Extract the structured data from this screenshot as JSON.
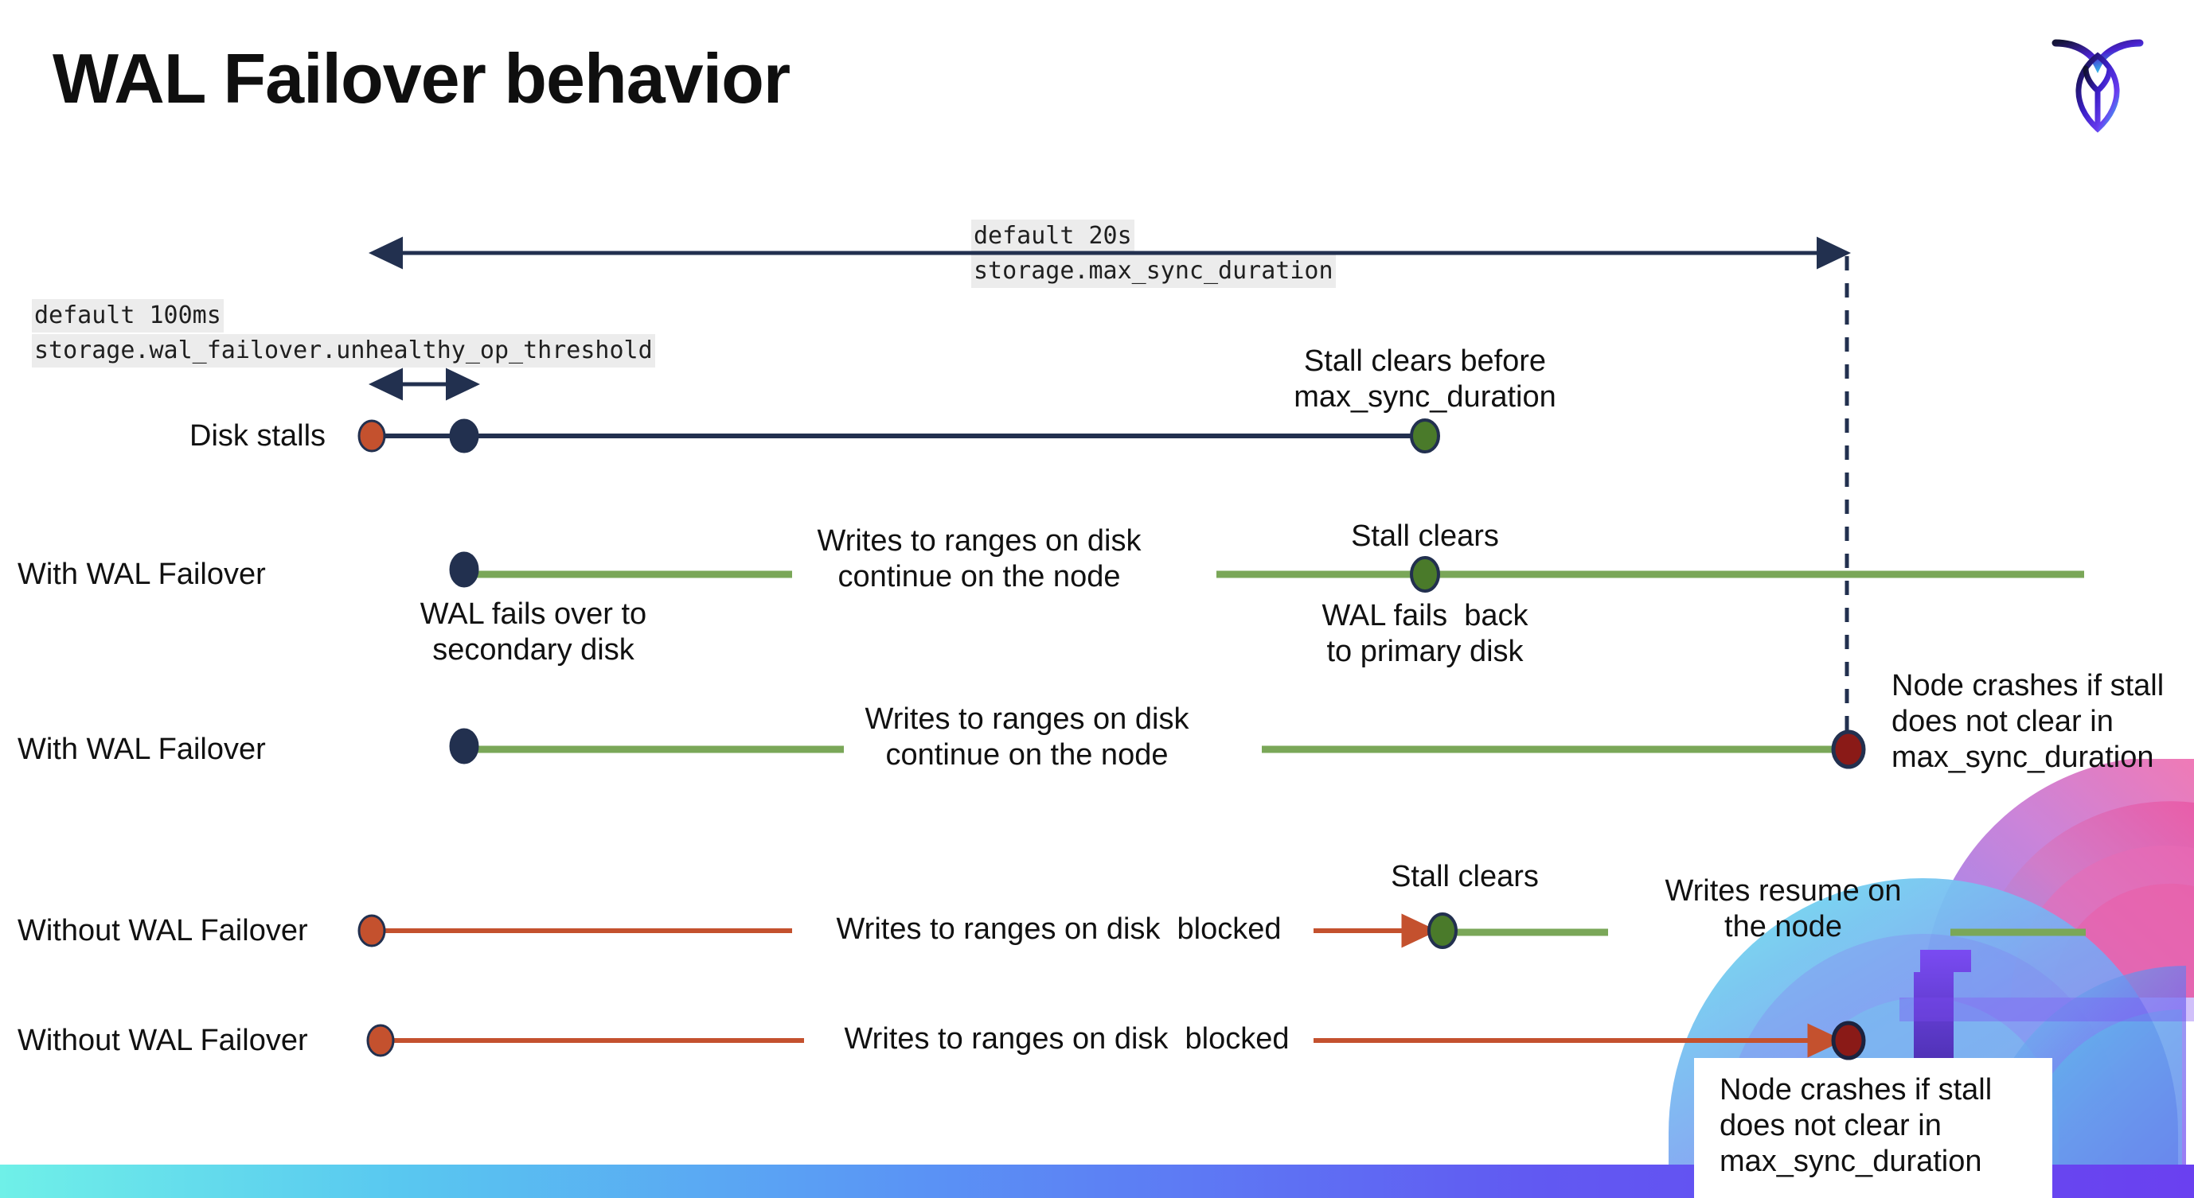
{
  "slide": {
    "title": "WAL Failover behavior",
    "logo_name": "cockroachdb-logo"
  },
  "colors": {
    "navy": "#22304f",
    "orange": "#c4512e",
    "green_line": "#7aa758",
    "green_dot": "#4a7a2a",
    "dark_red": "#8a1a17",
    "code_bg": "#ececec",
    "bar_start": "#6ff0e8",
    "bar_end": "#6a40f0"
  },
  "config_labels": {
    "max_sync": {
      "line1": "default 20s",
      "line2": "storage.max_sync_duration"
    },
    "unhealthy_op": {
      "line1": "default 100ms",
      "line2": "storage.wal_failover.unhealthy_op_threshold"
    }
  },
  "rows": [
    {
      "id": "disk-stalls",
      "label": "Disk stalls"
    },
    {
      "id": "with-wal-failover-1",
      "label": "With WAL Failover"
    },
    {
      "id": "with-wal-failover-2",
      "label": "With WAL Failover"
    },
    {
      "id": "without-wal-failover-1",
      "label": "Without WAL Failover"
    },
    {
      "id": "without-wal-failover-2",
      "label": "Without WAL Failover"
    }
  ],
  "annotations": {
    "stall_clears_before": "Stall clears before\nmax_sync_duration",
    "stall_clears": "Stall clears",
    "wal_fails_over": "WAL fails over to\nsecondary disk",
    "wal_fails_back": "WAL fails  back\nto primary disk",
    "writes_continue": "Writes to ranges on disk\ncontinue on the node",
    "writes_blocked": "Writes to ranges on disk  blocked",
    "writes_resume": "Writes resume on\nthe node",
    "node_crashes": "Node crashes if stall\ndoes not clear in\nmax_sync_duration"
  },
  "chart_data": {
    "type": "timeline",
    "title": "WAL Failover behavior",
    "x_axis": {
      "t_stall_start": 460,
      "t_threshold": 605,
      "t_clear_early": 1790,
      "t_max_sync": 2322,
      "unit": "pixels-on-slide"
    },
    "durations": [
      {
        "name": "storage.wal_failover.unhealthy_op_threshold",
        "default": "100ms",
        "from": 460,
        "to": 605
      },
      {
        "name": "storage.max_sync_duration",
        "default": "20s",
        "from": 460,
        "to": 2322
      }
    ],
    "series": [
      {
        "name": "Disk stalls",
        "markers": [
          {
            "at": 467,
            "color": "orange",
            "meaning": "stall begins"
          },
          {
            "at": 583,
            "color": "navy",
            "meaning": "unhealthy op threshold exceeded"
          },
          {
            "at": 1790,
            "color": "green",
            "meaning": "stall clears before max_sync_duration"
          }
        ],
        "segments": [
          {
            "from": 467,
            "to": 1790,
            "color": "navy"
          }
        ]
      },
      {
        "name": "With WAL Failover (stall clears)",
        "markers": [
          {
            "at": 583,
            "color": "navy",
            "meaning": "WAL fails over to secondary disk"
          },
          {
            "at": 1790,
            "color": "green",
            "meaning": "WAL fails back to primary disk"
          }
        ],
        "segments": [
          {
            "from": 583,
            "to": 995,
            "color": "green"
          },
          {
            "from": 1528,
            "to": 2618,
            "color": "green"
          }
        ]
      },
      {
        "name": "With WAL Failover (stall persists)",
        "markers": [
          {
            "at": 583,
            "color": "navy",
            "meaning": "WAL fails over to secondary disk"
          },
          {
            "at": 2322,
            "color": "dark_red",
            "meaning": "node crashes at max_sync_duration"
          }
        ],
        "segments": [
          {
            "from": 583,
            "to": 1060,
            "color": "green"
          },
          {
            "from": 1585,
            "to": 2322,
            "color": "green"
          }
        ]
      },
      {
        "name": "Without WAL Failover (stall clears)",
        "markers": [
          {
            "at": 467,
            "color": "orange",
            "meaning": "writes blocked"
          },
          {
            "at": 1812,
            "color": "green",
            "meaning": "stall clears, writes resume"
          }
        ],
        "segments": [
          {
            "from": 467,
            "to": 995,
            "color": "orange",
            "arrow": false
          },
          {
            "from": 1650,
            "to": 1812,
            "color": "orange",
            "arrow": true
          },
          {
            "from": 1812,
            "to": 2020,
            "color": "green"
          },
          {
            "from": 2450,
            "to": 2620,
            "color": "green"
          }
        ]
      },
      {
        "name": "Without WAL Failover (stall persists)",
        "markers": [
          {
            "at": 478,
            "color": "orange",
            "meaning": "writes blocked"
          },
          {
            "at": 2322,
            "color": "dark_red",
            "meaning": "node crashes at max_sync_duration"
          }
        ],
        "segments": [
          {
            "from": 478,
            "to": 1010,
            "color": "orange"
          },
          {
            "from": 1650,
            "to": 2322,
            "color": "orange",
            "arrow": true
          }
        ]
      }
    ]
  }
}
